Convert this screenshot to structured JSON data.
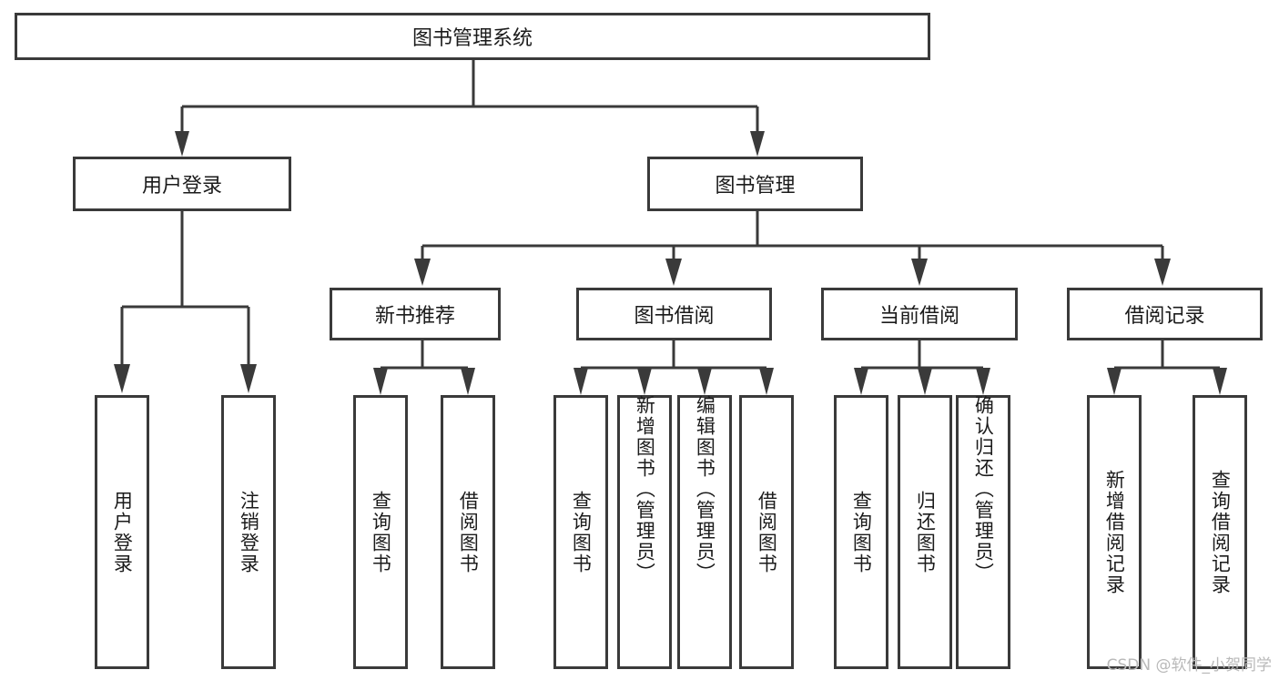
{
  "diagram": {
    "title": "图书管理系统",
    "type": "hierarchy-tree",
    "watermark": "CSDN @软件_小贺同学",
    "colors": {
      "stroke": "#3a3a3a",
      "box_fill": "#ffffff",
      "text": "#1b1b1b",
      "background": "#ffffff",
      "watermark": "#b9b9b9"
    },
    "root": {
      "label": "图书管理系统",
      "children": [
        {
          "label": "用户登录",
          "children": [
            {
              "label": "用户登录"
            },
            {
              "label": "注销登录"
            }
          ]
        },
        {
          "label": "图书管理",
          "children": [
            {
              "label": "新书推荐",
              "children": [
                {
                  "label": "查询图书"
                },
                {
                  "label": "借阅图书"
                }
              ]
            },
            {
              "label": "图书借阅",
              "children": [
                {
                  "label": "查询图书"
                },
                {
                  "label": "新增图书（管理员）"
                },
                {
                  "label": "编辑图书（管理员）"
                },
                {
                  "label": "借阅图书"
                }
              ]
            },
            {
              "label": "当前借阅",
              "children": [
                {
                  "label": "查询图书"
                },
                {
                  "label": "归还图书"
                },
                {
                  "label": "确认归还（管理员）"
                }
              ]
            },
            {
              "label": "借阅记录",
              "children": [
                {
                  "label": "新增借阅记录"
                },
                {
                  "label": "查询借阅记录"
                }
              ]
            }
          ]
        }
      ]
    },
    "nodes": {
      "root_title": "图书管理系统",
      "l1_user_login": "用户登录",
      "l1_book_mgmt": "图书管理",
      "l2_new_book_rec": "新书推荐",
      "l2_book_borrow": "图书借阅",
      "l2_current_borrow": "当前借阅",
      "l2_borrow_record": "借阅记录",
      "leaf_user_login": "用户登录",
      "leaf_logout": "注销登录",
      "leaf_rec_query": "查询图书",
      "leaf_rec_borrow": "借阅图书",
      "leaf_borrow_query": "查询图书",
      "leaf_borrow_add": "新增图书（管理员）",
      "leaf_borrow_edit": "编辑图书（管理员）",
      "leaf_borrow_do": "借阅图书",
      "leaf_cur_query": "查询图书",
      "leaf_cur_return": "归还图书",
      "leaf_cur_confirm": "确认归还（管理员）",
      "leaf_rec_add": "新增借阅记录",
      "leaf_rec_search": "查询借阅记录"
    }
  }
}
